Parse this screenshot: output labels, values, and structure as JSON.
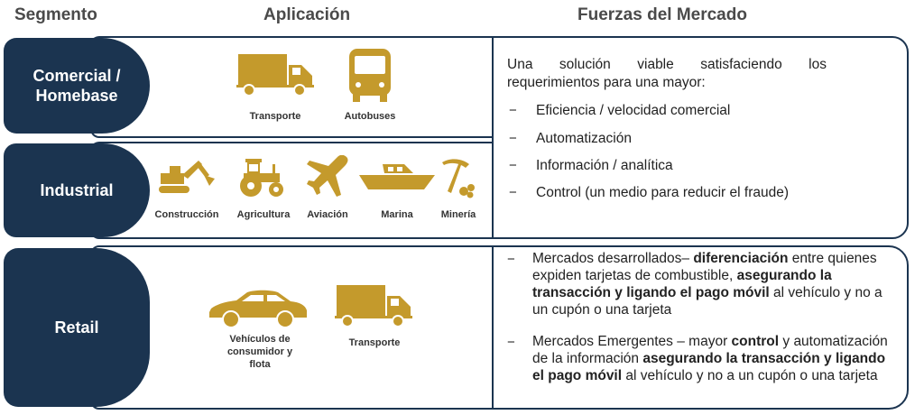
{
  "headers": {
    "segment": "Segmento",
    "application": "Aplicación",
    "market_forces": "Fuerzas del Mercado"
  },
  "segments": {
    "commercial": "Comercial / Homebase",
    "industrial": "Industrial",
    "retail": "Retail"
  },
  "applications": {
    "transport": "Transporte",
    "buses": "Autobuses",
    "construction": "Construcción",
    "agriculture": "Agricultura",
    "aviation": "Aviación",
    "marine": "Marina",
    "mining": "Minería",
    "vehicles": "Vehículos de consumidor y flota",
    "transport_retail": "Transporte"
  },
  "forces_top": {
    "intro": "Una solución viable satisfaciendo los requerimientos para una mayor:",
    "items": [
      "Eficiencia / velocidad comercial",
      "Automatización",
      "Información / analítica",
      "Control (un medio para reducir el fraude)"
    ]
  },
  "forces_bottom": {
    "developed": {
      "p1": "Mercados desarrollados– ",
      "b1": "diferenciación",
      "p2": " entre quienes expiden tarjetas de combustible, ",
      "b2": "asegurando la transacción y ligando el pago móvil",
      "p3": " al vehículo y no a un cupón o una tarjeta"
    },
    "emerging": {
      "p1": "Mercados Emergentes – mayor  ",
      "b1": "control",
      "p2": " y automatización de la información ",
      "b2": "asegurando la transacción y ligando el pago móvil",
      "p3": " al vehículo y no a un cupón o una tarjeta"
    }
  },
  "colors": {
    "navy": "#1b3450",
    "gold": "#c49a2c"
  }
}
